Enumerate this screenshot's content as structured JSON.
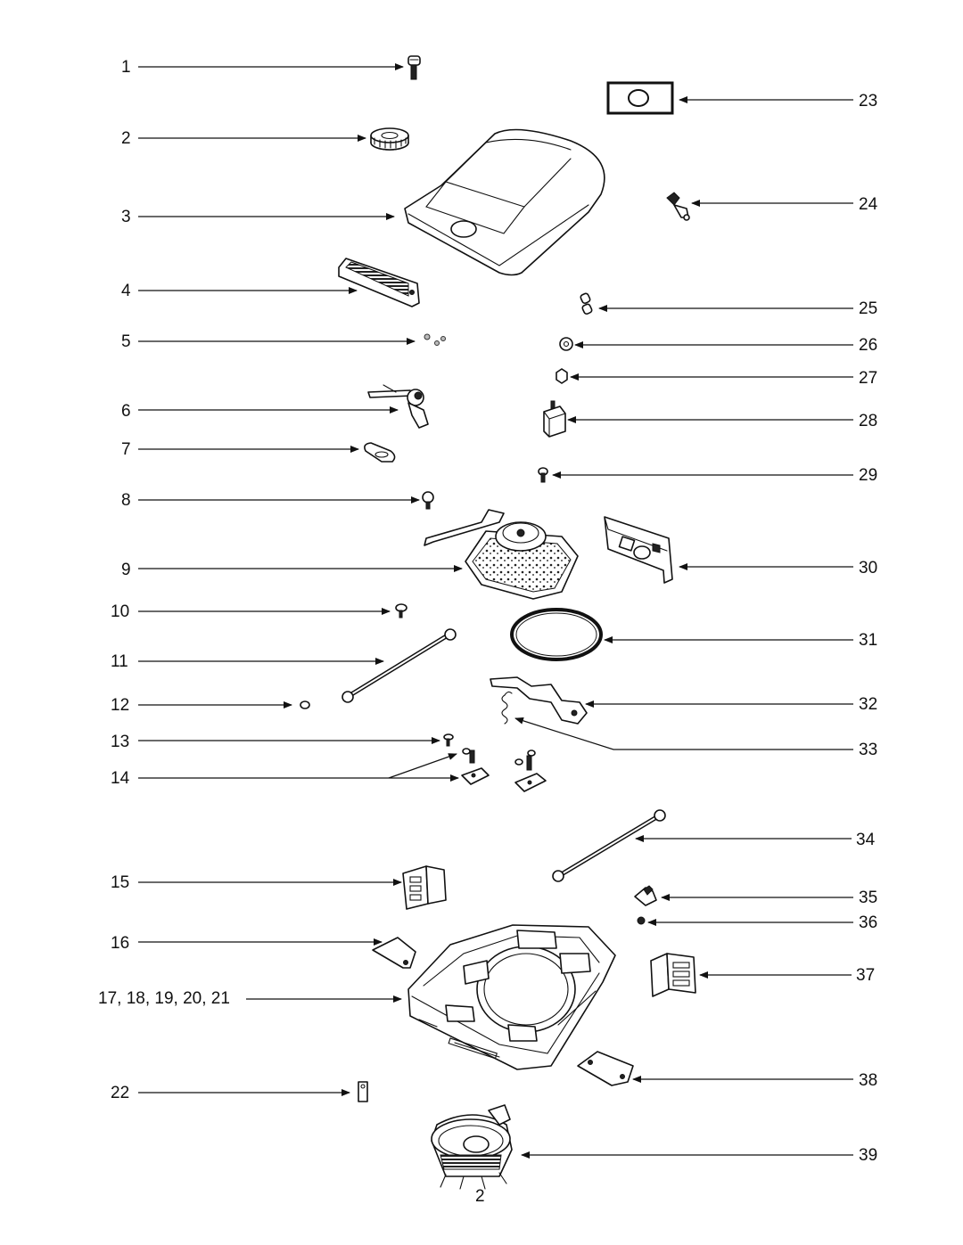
{
  "labels": {
    "p1": "1",
    "p2": "2",
    "p3": "3",
    "p4": "4",
    "p5": "5",
    "p6": "6",
    "p7": "7",
    "p8": "8",
    "p9": "9",
    "p10": "10",
    "p11": "11",
    "p12": "12",
    "p13": "13",
    "p14": "14",
    "p15": "15",
    "p16": "16",
    "p17_21": "17, 18, 19, 20, 21",
    "p22": "22",
    "p23": "23",
    "p24": "24",
    "p25": "25",
    "p26": "26",
    "p27": "27",
    "p28": "28",
    "p29": "29",
    "p30": "30",
    "p31": "31",
    "p32": "32",
    "p33": "33",
    "p34": "34",
    "p35": "35",
    "p36": "36",
    "p37": "37",
    "p38": "38",
    "p39": "39"
  },
  "page_number": "2"
}
